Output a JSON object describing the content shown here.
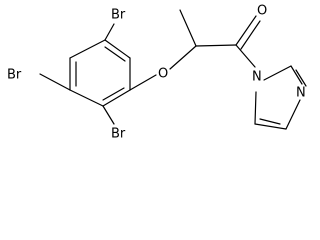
{
  "atoms": {
    "br_top": "Br",
    "br_left": "Br",
    "br_bottom": "Br",
    "oxygen_ether": "O",
    "oxygen_carbonyl": "O",
    "nitrogen_imidazole_1": "N",
    "nitrogen_imidazole_3": "N"
  }
}
